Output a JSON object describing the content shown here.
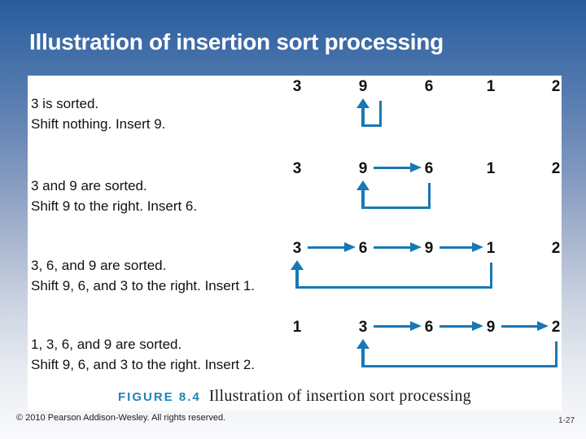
{
  "slide": {
    "title": "Illustration of insertion sort processing"
  },
  "figure": {
    "caption": {
      "label": "FIGURE 8.4",
      "text": "Illustration of insertion sort processing"
    },
    "steps": [
      {
        "values": [
          "3",
          "9",
          "6",
          "1",
          "2"
        ],
        "lines": [
          "3 is sorted.",
          "Shift nothing. Insert 9."
        ],
        "shifts": [],
        "insert": {
          "from": 1,
          "to": 1
        }
      },
      {
        "values": [
          "3",
          "9",
          "6",
          "1",
          "2"
        ],
        "lines": [
          "3 and 9 are sorted.",
          "Shift 9 to the right. Insert 6."
        ],
        "shifts": [
          [
            1,
            2
          ]
        ],
        "insert": {
          "from": 2,
          "to": 1
        }
      },
      {
        "values": [
          "3",
          "6",
          "9",
          "1",
          "2"
        ],
        "lines": [
          "3, 6, and 9 are sorted.",
          "Shift 9, 6, and 3 to the right. Insert 1."
        ],
        "shifts": [
          [
            0,
            1
          ],
          [
            1,
            2
          ],
          [
            2,
            3
          ]
        ],
        "insert": {
          "from": 3,
          "to": 0
        }
      },
      {
        "values": [
          "1",
          "3",
          "6",
          "9",
          "2"
        ],
        "lines": [
          "1, 3, 6, and 9 are sorted.",
          "Shift 9, 6, and 3 to the right. Insert 2."
        ],
        "shifts": [
          [
            1,
            2
          ],
          [
            2,
            3
          ],
          [
            3,
            4
          ]
        ],
        "insert": {
          "from": 4,
          "to": 1
        }
      }
    ]
  },
  "footer": {
    "copyright": "© 2010 Pearson Addison-Wesley. All rights reserved.",
    "page_number": "1-27"
  },
  "colors": {
    "arrow": "#1878b4",
    "caption_label": "#1f83ba",
    "title_text": "#ffffff"
  }
}
